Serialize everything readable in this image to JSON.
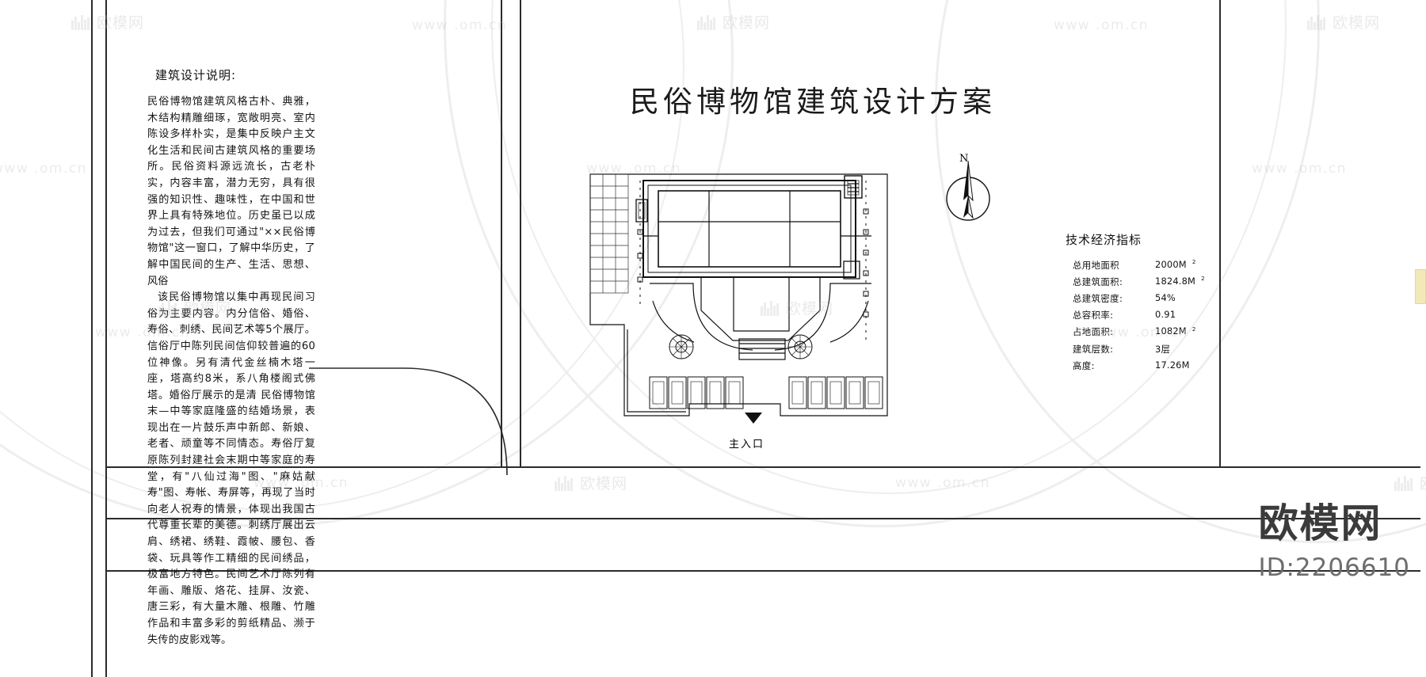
{
  "document": {
    "title": "民俗博物馆建筑设计方案",
    "drawing_type": "site-plan"
  },
  "description": {
    "heading": "建筑设计说明:",
    "paragraphs": [
      "民俗博物馆建筑风格古朴、典雅，木结构精雕细琢，宽敞明亮、室内陈设多样朴实，是集中反映户主文化生活和民间古建筑风格的重要场所。民俗资料源远流长，古老朴实，内容丰富，潜力无穷，具有很强的知识性、趣味性，在中国和世界上具有特殊地位。历史虽已以成为过去，但我们可通过\"××民俗博物馆\"这一窗口，了解中华历史，了解中国民间的生产、生活、思想、风俗",
      "该民俗博物馆以集中再现民间习俗为主要内容。内分信俗、婚俗、寿俗、刺绣、民间艺术等5个展厅。信俗厅中陈列民间信仰较普遍的60位神像。另有清代金丝楠木塔一座，塔高约8米，系八角楼阁式佛塔。婚俗厅展示的是清 民俗博物馆末—中等家庭隆盛的结婚场景，表现出在一片鼓乐声中新郎、新娘、老者、顽童等不同情态。寿俗厅复原陈列封建社会末期中等家庭的寿堂，有\"八仙过海\"图、\"麻姑献寿\"图、寿帐、寿屏等，再现了当时向老人祝寿的情景，体现出我国古代尊重长辈的美德。刺绣厅展出云肩、绣裙、绣鞋、霞帔、腰包、香袋、玩具等作工精细的民间绣品，极富地方特色。民间艺术厅陈列有年画、雕版、烙花、挂屏、汝瓷、唐三彩，有大量木雕、根雕、竹雕作品和丰富多彩的剪纸精品、濒于失传的皮影戏等。"
    ]
  },
  "indicators": {
    "title": "技术经济指标",
    "rows": [
      {
        "label": "总用地面积",
        "value": "2000M",
        "sup": "2"
      },
      {
        "label": "总建筑面积:",
        "value": "1824.8M",
        "sup": "2"
      },
      {
        "label": "总建筑密度:",
        "value": "54%",
        "sup": ""
      },
      {
        "label": "总容积率:",
        "value": "0.91",
        "sup": ""
      },
      {
        "label": "占地面积:",
        "value": "1082M",
        "sup": "2"
      },
      {
        "label": "建筑层数:",
        "value": "3层",
        "sup": ""
      },
      {
        "label": "高度:",
        "value": "17.26M",
        "sup": ""
      }
    ]
  },
  "compass": {
    "label": "N",
    "icon": "north-arrow-icon"
  },
  "plan": {
    "entrance_label": "主入口",
    "entrance_arrow_icon": "up-arrow-icon"
  },
  "brand": {
    "name": "欧模网",
    "id": "ID:2206610",
    "watermark_text": "欧模网",
    "watermark_url": "www.om.cn",
    "watermark_url_alt": "www .om.cn"
  },
  "colors": {
    "ink": "#111111",
    "frame": "#2b2b2b",
    "watermark": "#c6c6c6",
    "brand_name": "#3b3b3b",
    "brand_id": "#6d6d6d",
    "tab_accent": "#f2e9b8"
  }
}
